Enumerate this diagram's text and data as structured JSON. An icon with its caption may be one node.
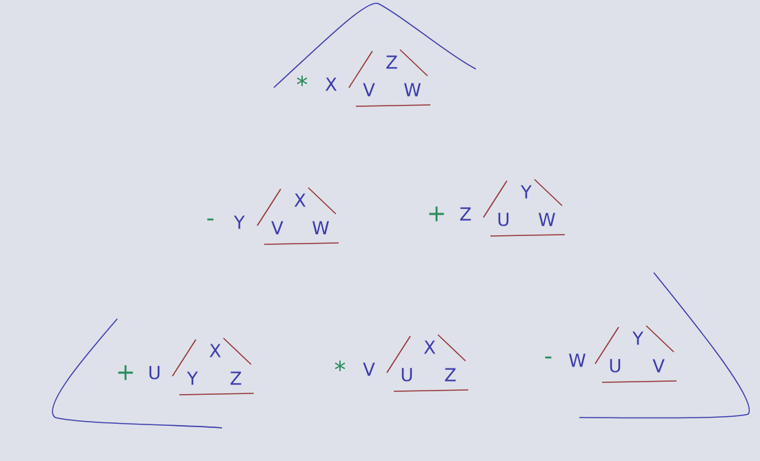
{
  "diagram": {
    "labels": [
      "*",
      "X",
      "Z",
      "V",
      "W",
      "-",
      "Y",
      "X",
      "V",
      "W",
      "+",
      "Z",
      "Y",
      "U",
      "W",
      "+",
      "U",
      "X",
      "Y",
      "Z",
      "*",
      "V",
      "X",
      "U",
      "Z",
      "-",
      "W",
      "Y",
      "U",
      "V"
    ]
  }
}
